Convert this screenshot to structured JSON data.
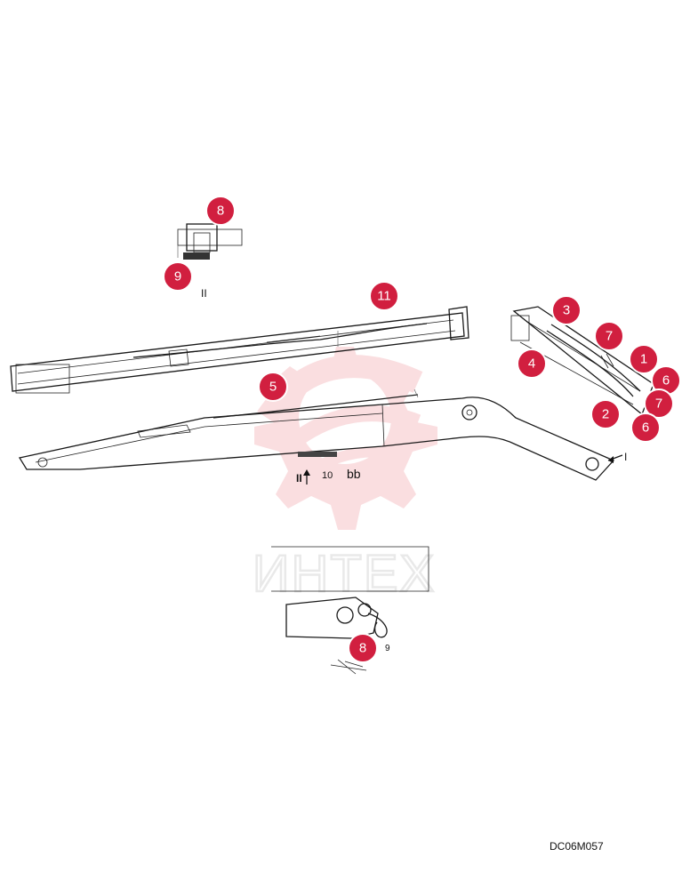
{
  "watermark": {
    "text": "ИНТЕХ",
    "color": "#f2b7bd"
  },
  "callouts": [
    {
      "id": "8",
      "label": "8"
    },
    {
      "id": "9",
      "label": "9"
    },
    {
      "id": "11",
      "label": "11"
    },
    {
      "id": "5",
      "label": "5"
    },
    {
      "id": "3",
      "label": "3"
    },
    {
      "id": "7",
      "label": "7"
    },
    {
      "id": "1",
      "label": "1"
    },
    {
      "id": "4",
      "label": "4"
    },
    {
      "id": "6",
      "label": "6"
    },
    {
      "id": "2",
      "label": "2"
    },
    {
      "id": "7b",
      "label": "7"
    },
    {
      "id": "6b",
      "label": "6"
    },
    {
      "id": "8b",
      "label": "8"
    }
  ],
  "labels": {
    "view_II_top": "II",
    "view_II_boom": "II",
    "view_I": "I",
    "part_10": "10",
    "part_bb": "bb",
    "part_9_bottom": "9"
  },
  "drawing_code": "DC06M057",
  "colors": {
    "callout": "#d11f3f",
    "line": "#1a1a1a"
  }
}
